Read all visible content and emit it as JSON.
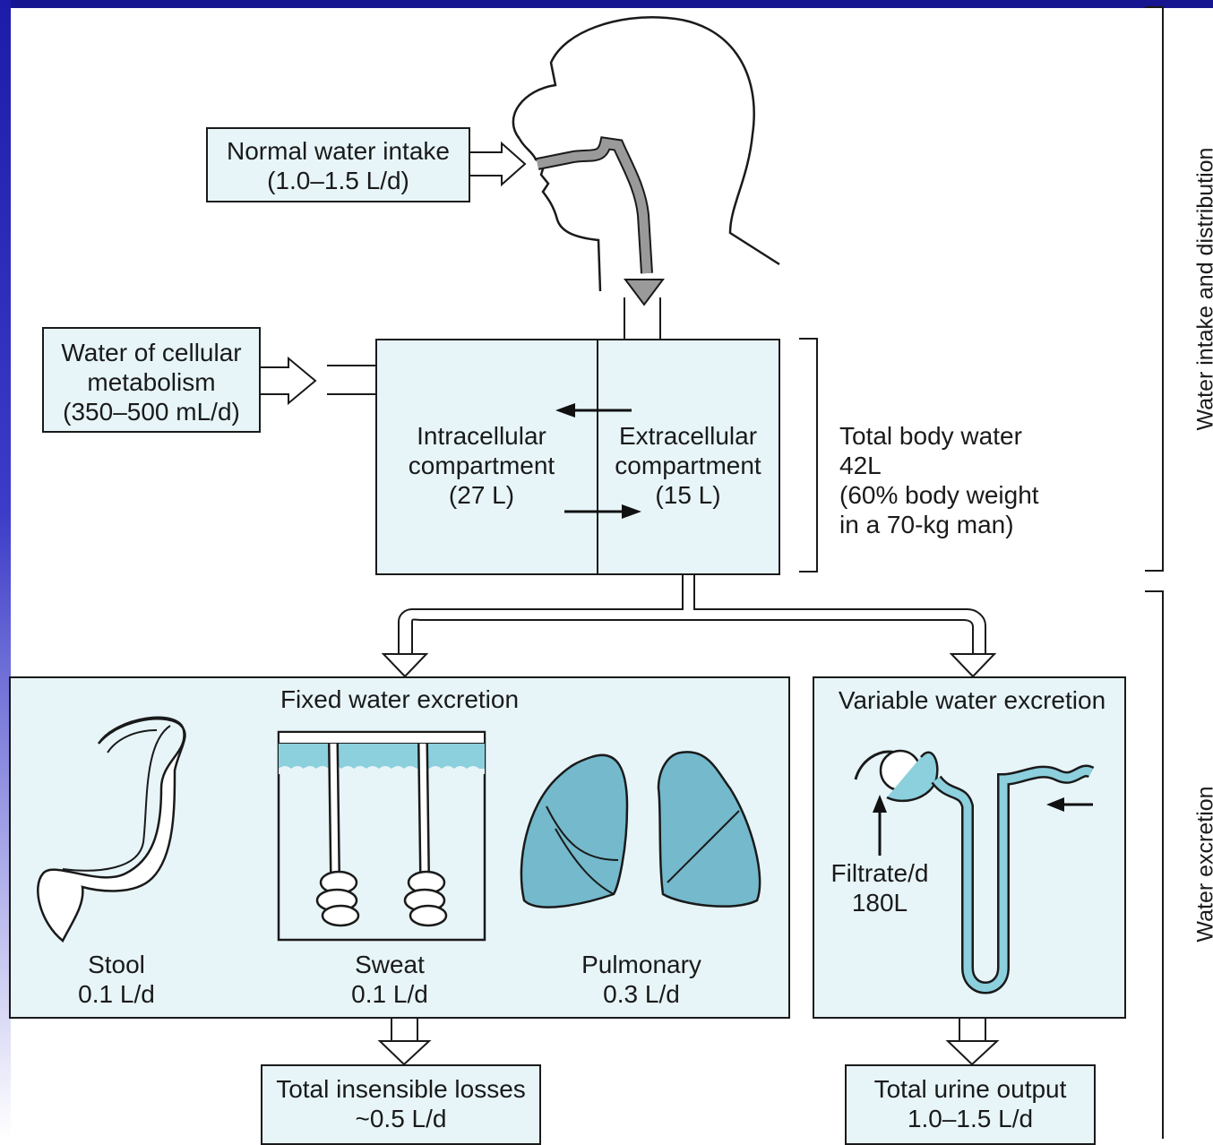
{
  "intake": {
    "line1": "Normal water intake",
    "line2": "(1.0–1.5 L/d)"
  },
  "metabolism": {
    "line1": "Water of cellular",
    "line2": "metabolism",
    "line3": "(350–500 mL/d)"
  },
  "intracellular": {
    "line1": "Intracellular",
    "line2": "compartment",
    "line3": "(27 L)"
  },
  "extracellular": {
    "line1": "Extracellular",
    "line2": "compartment",
    "line3": "(15 L)"
  },
  "total_body_water": {
    "line1": "Total body water",
    "line2": "42L",
    "line3": "(60% body weight",
    "line4": "in a 70-kg man)"
  },
  "fixed_excretion": {
    "title": "Fixed water excretion",
    "stool": {
      "label": "Stool",
      "value": "0.1 L/d"
    },
    "sweat": {
      "label": "Sweat",
      "value": "0.1 L/d"
    },
    "pulmonary": {
      "label": "Pulmonary",
      "value": "0.3 L/d"
    }
  },
  "variable_excretion": {
    "title": "Variable water excretion",
    "filtrate_line1": "Filtrate/d",
    "filtrate_line2": "180L"
  },
  "insensible": {
    "line1": "Total insensible losses",
    "line2": "~0.5 L/d"
  },
  "urine": {
    "line1": "Total urine output",
    "line2": "1.0–1.5 L/d"
  },
  "side_labels": {
    "top": "Water intake and distribution",
    "bottom": "Water excretion"
  },
  "colors": {
    "box_fill": "#e7f5f9",
    "organ_fill": "#74b9cc",
    "arrow_gray": "#9a9a9a",
    "slide_blue": "#161690"
  }
}
